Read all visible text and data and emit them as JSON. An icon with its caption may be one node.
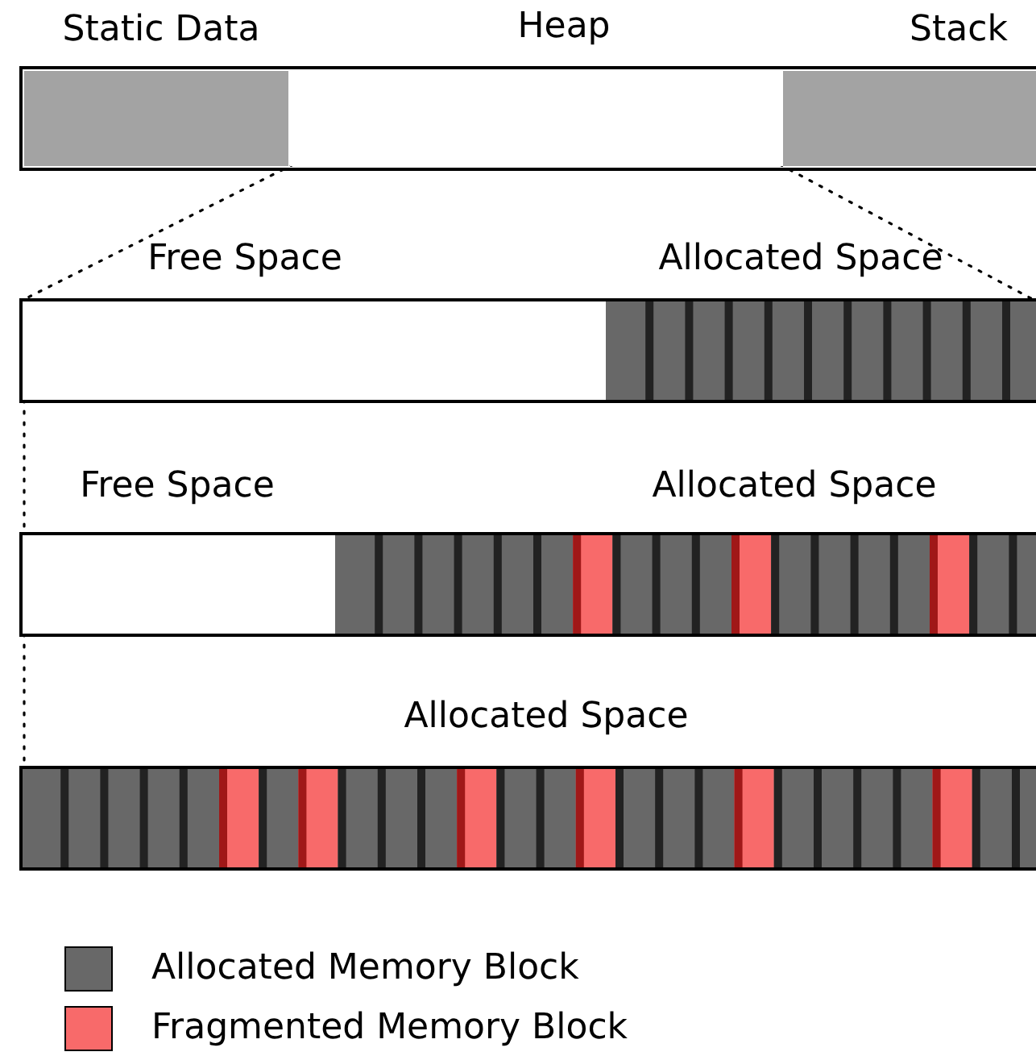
{
  "diagram": {
    "nodes": [
      {
        "text": [
          "Static Data"
        ]
      },
      {
        "text": [
          "Heap"
        ]
      },
      {
        "text": [
          "Stack"
        ]
      },
      {
        "text": [
          "Free Space"
        ]
      },
      {
        "text": [
          "Allocated Space"
        ]
      },
      {
        "text": [
          "Free Space"
        ]
      },
      {
        "text": [
          "Allocated Space"
        ]
      },
      {
        "text": [
          "Allocated Space"
        ]
      }
    ],
    "edges": [
      {
        "from": 1,
        "to": 3,
        "arrow": "none",
        "style": "dashed"
      },
      {
        "from": 1,
        "to": 4,
        "arrow": "none",
        "style": "dashed"
      },
      {
        "from": 3,
        "to": 5,
        "arrow": "none",
        "style": "dashed"
      },
      {
        "from": 5,
        "to": 7,
        "arrow": "none",
        "style": "dashed"
      }
    ],
    "legend": [
      {
        "text": "Allocated Memory Block",
        "color": "#686868"
      },
      {
        "text": "Fragmented Memory Block",
        "color": "#f86a6a"
      }
    ]
  }
}
